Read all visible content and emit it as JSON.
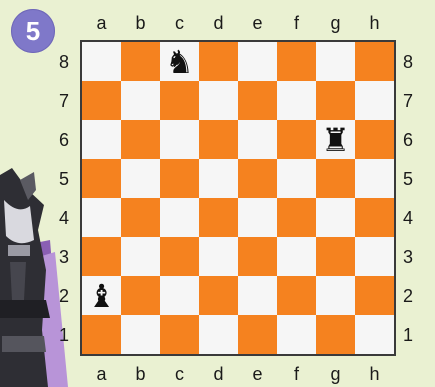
{
  "puzzle": {
    "number": "5"
  },
  "board": {
    "files": [
      "a",
      "b",
      "c",
      "d",
      "e",
      "f",
      "g",
      "h"
    ],
    "ranks": [
      "8",
      "7",
      "6",
      "5",
      "4",
      "3",
      "2",
      "1"
    ],
    "light_color": "#f6f6f6",
    "dark_color": "#f5821f",
    "pieces": [
      {
        "square": "c8",
        "color": "black",
        "type": "knight",
        "glyph": "♞"
      },
      {
        "square": "g6",
        "color": "black",
        "type": "rook",
        "glyph": "♜"
      },
      {
        "square": "a2",
        "color": "black",
        "type": "bishop",
        "glyph": "♝"
      }
    ]
  }
}
